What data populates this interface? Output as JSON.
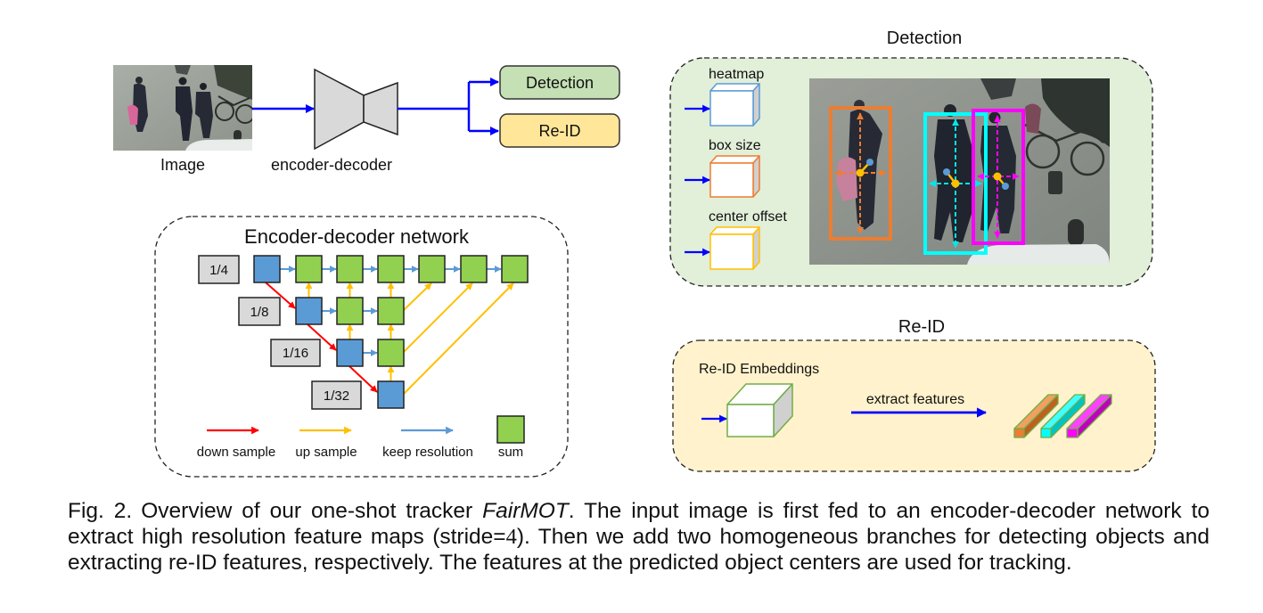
{
  "overview": {
    "image_label": "Image",
    "encoder_decoder_label": "encoder-decoder",
    "branches": [
      {
        "label": "Detection",
        "color": "#c5e0b4"
      },
      {
        "label": "Re-ID",
        "color": "#ffe699"
      }
    ],
    "arrow_color": "#0000ff"
  },
  "encoder_decoder_network": {
    "title": "Encoder-decoder network",
    "scales": [
      "1/4",
      "1/8",
      "1/16",
      "1/32"
    ],
    "node_colors": {
      "backbone": "#5b9bd5",
      "sum": "#92d050",
      "scale_label": "#d9d9d9"
    },
    "legend": [
      {
        "label": "down sample",
        "color": "#ff0000"
      },
      {
        "label": "up sample",
        "color": "#ffc000"
      },
      {
        "label": "keep resolution",
        "color": "#5b9bd5"
      },
      {
        "label": "sum",
        "color": "#92d050"
      }
    ]
  },
  "detection": {
    "title": "Detection",
    "panel_color": "#e2efd9",
    "heads": [
      {
        "label": "heatmap",
        "color": "#5b9bd5"
      },
      {
        "label": "box size",
        "color": "#ed7d31"
      },
      {
        "label": "center offset",
        "color": "#ffc000"
      }
    ],
    "boxes": [
      {
        "color": "#ed7d31"
      },
      {
        "color": "#00ffff"
      },
      {
        "color": "#ff00ff"
      }
    ],
    "center_color": "#ffc000",
    "offset_point_color": "#5b9bd5"
  },
  "reid": {
    "title": "Re-ID",
    "panel_color": "#fff2cc",
    "embeddings_label": "Re-ID Embeddings",
    "arrow_label": "extract features",
    "feature_colors": [
      "#ed7d31",
      "#00ffff",
      "#ff00ff"
    ]
  },
  "caption": {
    "label": "Fig. 2.",
    "line1_a": "Overview of our one-shot tracker ",
    "line1_italic": "FairMOT",
    "line1_b": ". The input image is first fed to an encoder-decoder network to",
    "line2_a": "extract high resolution feature maps (stride=",
    "line2_math": "4",
    "line2_b": "). Then we add two homogeneous branches for detecting objects and",
    "line3": "extracting re-ID features, respectively. The features at the predicted object centers are used for tracking."
  }
}
